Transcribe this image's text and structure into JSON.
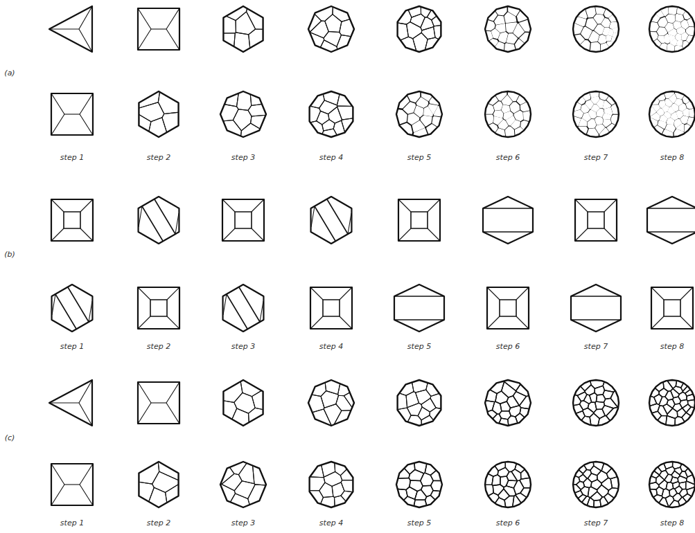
{
  "diagram": {
    "labels": [
      "(a)",
      "step 1",
      "step 2",
      "step 3",
      "step 4",
      "step 5",
      "step 6",
      "step 7",
      "step 8",
      "(b)",
      "step 1",
      "step 2",
      "step 3",
      "step 4",
      "step 5",
      "step 6",
      "step 7",
      "step 8",
      "(c)",
      "step 1",
      "step 2",
      "step 3",
      "step 4",
      "step 5",
      "step 6",
      "step 7",
      "step 8"
    ]
  }
}
